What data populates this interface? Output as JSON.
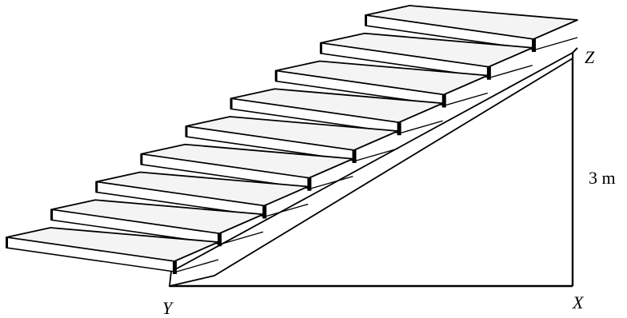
{
  "diagram": {
    "labels": {
      "y": "Y",
      "x": "X",
      "z": "Z",
      "height": "3 m"
    },
    "steps": 9,
    "colors": {
      "stroke": "#000000",
      "tread": "#f4f4f4",
      "riser": "#ffffff",
      "side": "#ffffff"
    }
  }
}
